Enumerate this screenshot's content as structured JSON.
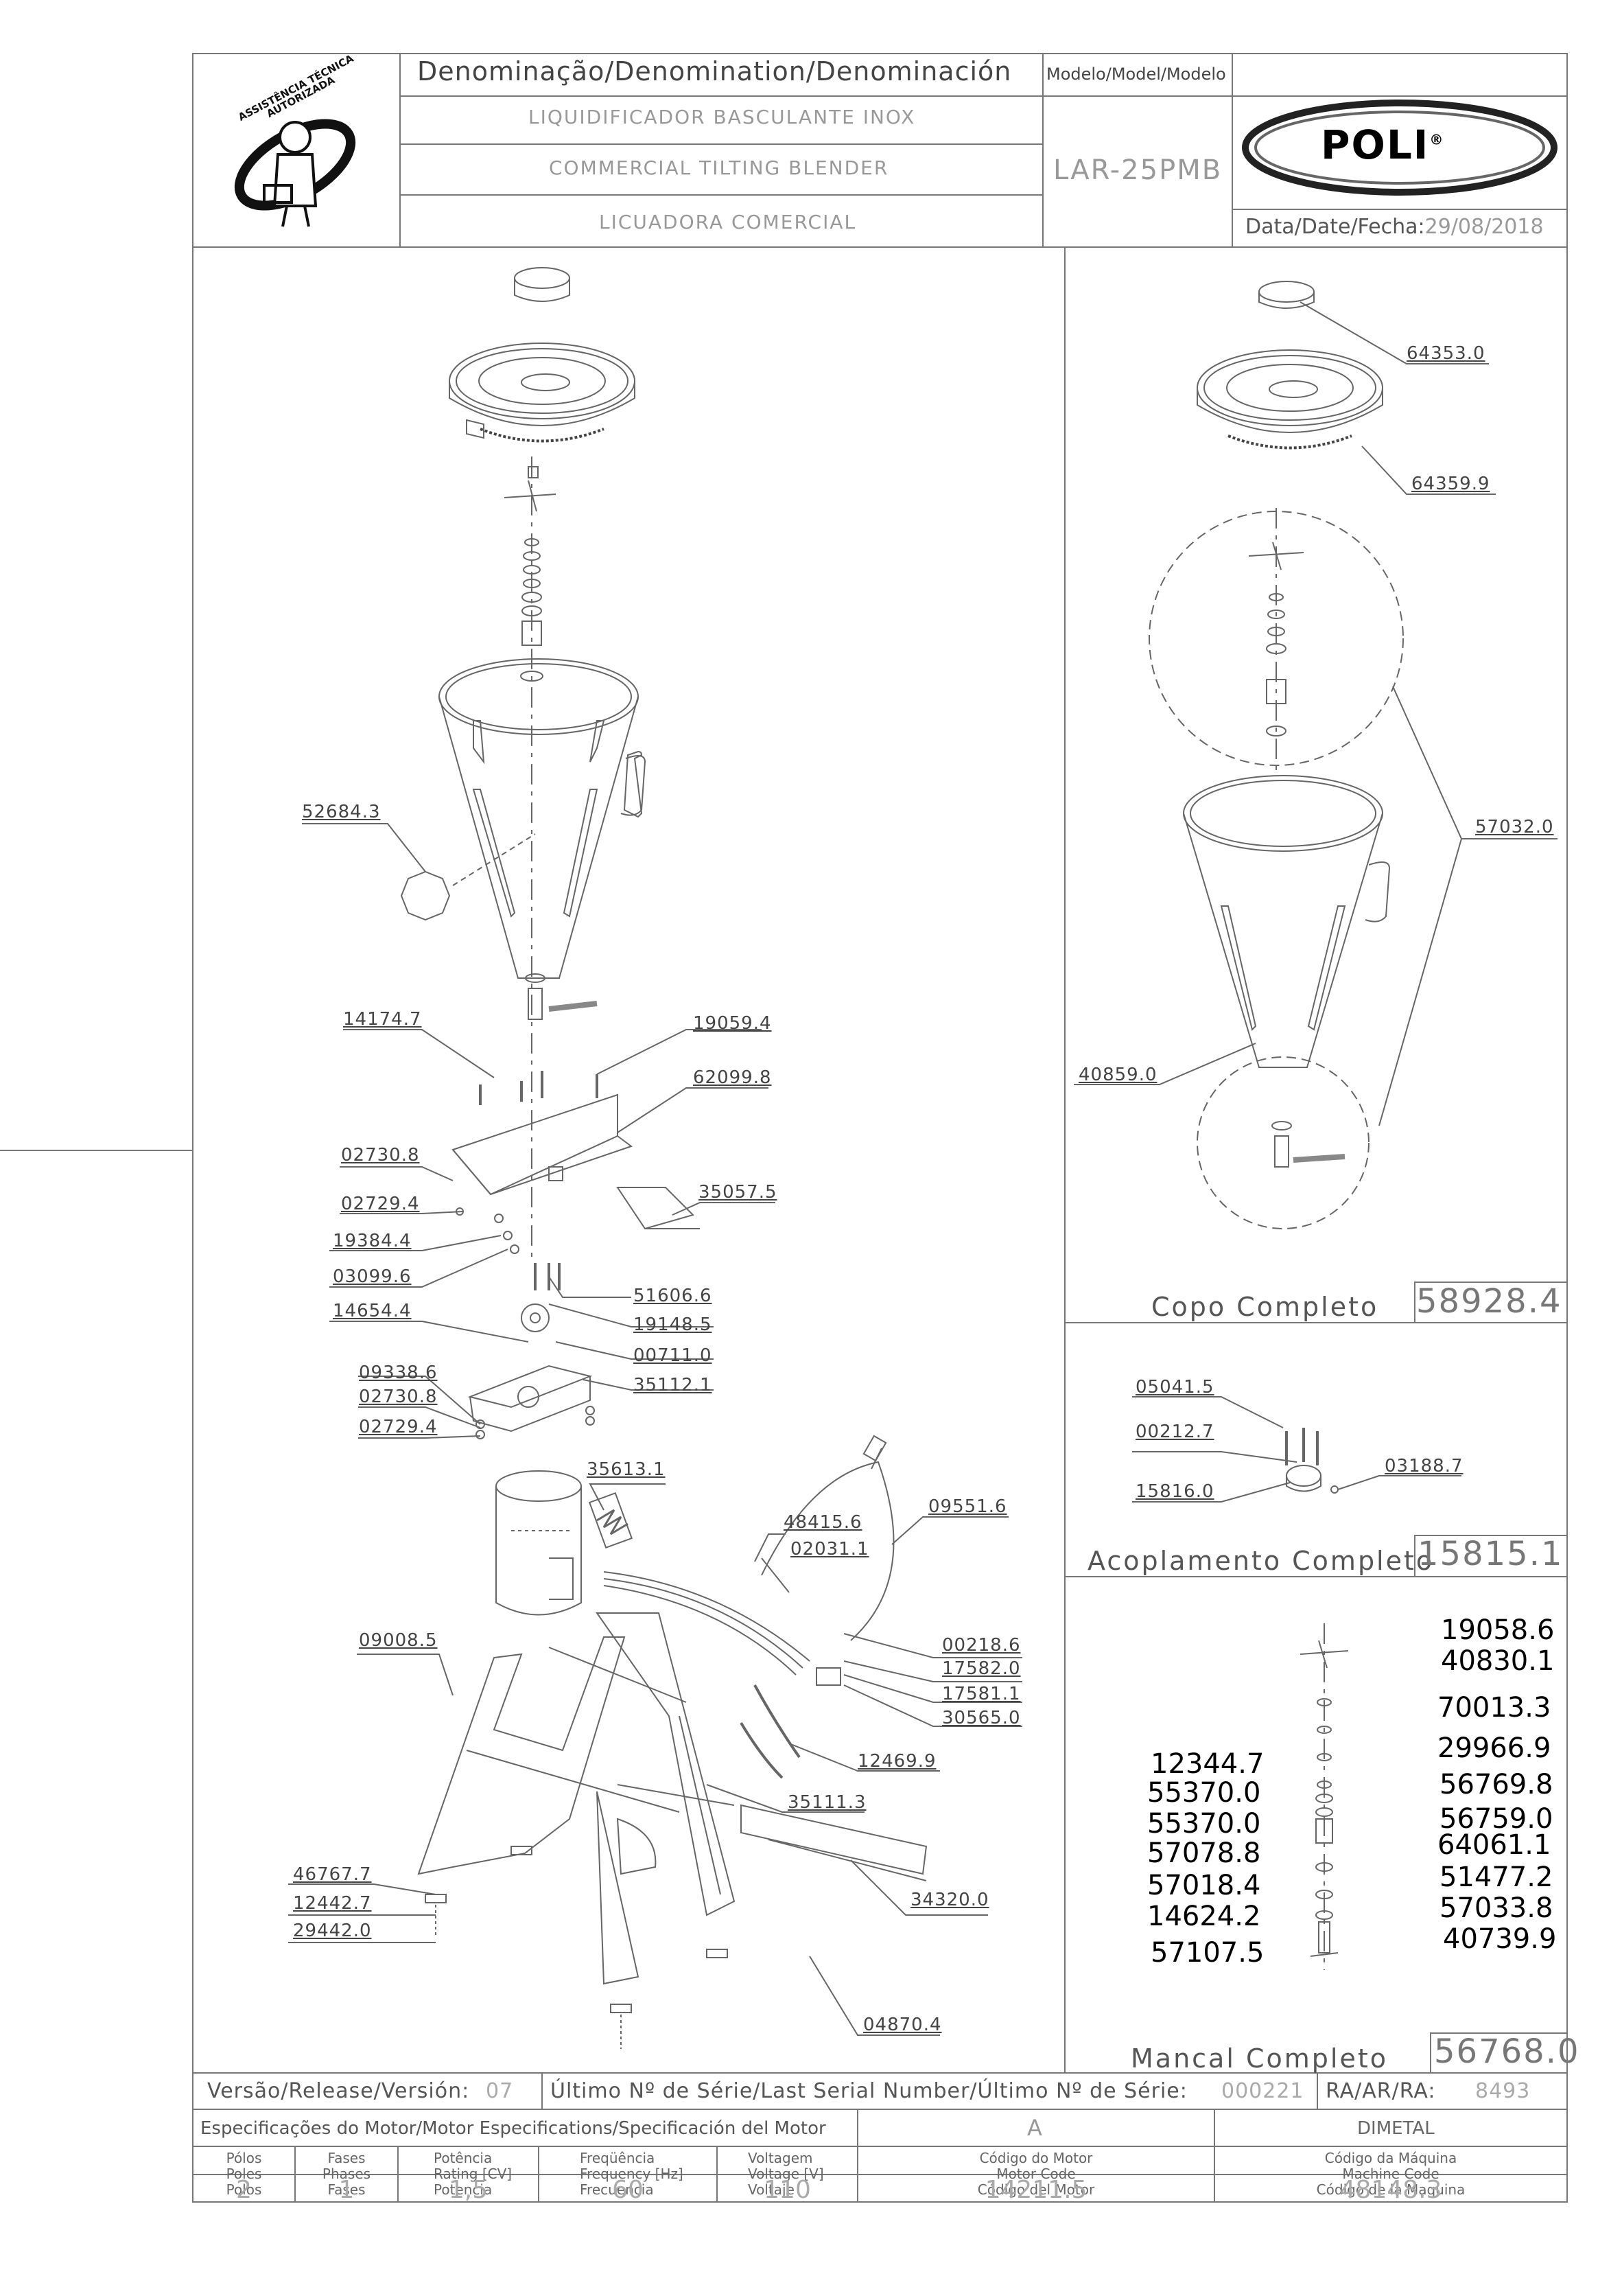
{
  "header": {
    "denomination_label": "Denominação/Denomination/Denominación",
    "model_label": "Modelo/Model/Modelo",
    "desc_pt": "LIQUIDIFICADOR BASCULANTE INOX",
    "desc_en": "COMMERCIAL TILTING BLENDER",
    "desc_es": "LICUADORA COMERCIAL",
    "model": "LAR-25PMB",
    "date_label": "Data/Date/Fecha:",
    "date": "29/08/2018",
    "brand": "POLI",
    "brand_mark": "®",
    "seal_text": "ASSISTÊNCIA TÉCNICA AUTORIZADA"
  },
  "main_callouts": {
    "c1": "52684.3",
    "c2": "14174.7",
    "c3": "19059.4",
    "c4": "62099.8",
    "c5": "02730.8",
    "c6": "02729.4",
    "c7": "35057.5",
    "c8": "19384.4",
    "c9": "03099.6",
    "c10": "51606.6",
    "c11": "14654.4",
    "c12": "19148.5",
    "c13": "00711.0",
    "c14": "09338.6",
    "c15": "02730.8",
    "c16": "35112.1",
    "c17": "02729.4",
    "c18": "35613.1",
    "c19": "48415.6",
    "c20": "02031.1",
    "c21": "09551.6",
    "c22": "09008.5",
    "c23": "00218.6",
    "c24": "17582.0",
    "c25": "17581.1",
    "c26": "30565.0",
    "c27": "12469.9",
    "c28": "35111.3",
    "c29": "46767.7",
    "c30": "12442.7",
    "c31": "29442.0",
    "c32": "34320.0",
    "c33": "04870.4"
  },
  "copo": {
    "c1": "64353.0",
    "c2": "64359.9",
    "c3": "57032.0",
    "c4": "40859.0",
    "title": "Copo Completo",
    "code": "58928.4"
  },
  "acoplamento": {
    "c1": "05041.5",
    "c2": "00212.7",
    "c3": "03188.7",
    "c4": "15816.0",
    "title": "Acoplamento Completo",
    "code": "15815.1"
  },
  "mancal": {
    "right": [
      "19058.6",
      "40830.1",
      "70013.3",
      "29966.9",
      "56769.8",
      "56759.0",
      "64061.1",
      "51477.2",
      "57033.8",
      "40739.9"
    ],
    "left": [
      "12344.7",
      "55370.0",
      "55370.0",
      "57078.8",
      "57018.4",
      "14624.2",
      "57107.5"
    ],
    "title": "Mancal Completo",
    "code": "56768.0"
  },
  "release_row": {
    "version_label": "Versão/Release/Versión:",
    "version": "07",
    "serial_label": "Último Nº de Série/Last Serial Number/Último Nº de Série:",
    "serial": "000221",
    "ra_label": "RA/AR/RA:",
    "ra": "8493"
  },
  "motor_spec": {
    "title": "Especificações do Motor/Motor Especifications/Specificación del Motor",
    "motor_class": "A",
    "maker": "DIMETAL",
    "cols": {
      "poles": "Pólos\nPoles\nPolos",
      "phases": "Fases\nPhases\nFases",
      "power": "Potência\nRating [CV]\nPotencia",
      "freq": "Freqüência\nFrequency [Hz]\nFrecuencia",
      "volt": "Voltagem\nVoltage [V]\nVoltaje",
      "motor_code": "Código do Motor\nMotor Code\nCódigo del Motor",
      "machine_code": "Código da Máquina\nMachine Code\nCódigo de la Maquina"
    },
    "values": {
      "poles": "2",
      "phases": "1",
      "power": "1,5",
      "freq": "60",
      "volt": "110",
      "motor_code": "14211.5",
      "machine_code": "48148.3"
    }
  }
}
